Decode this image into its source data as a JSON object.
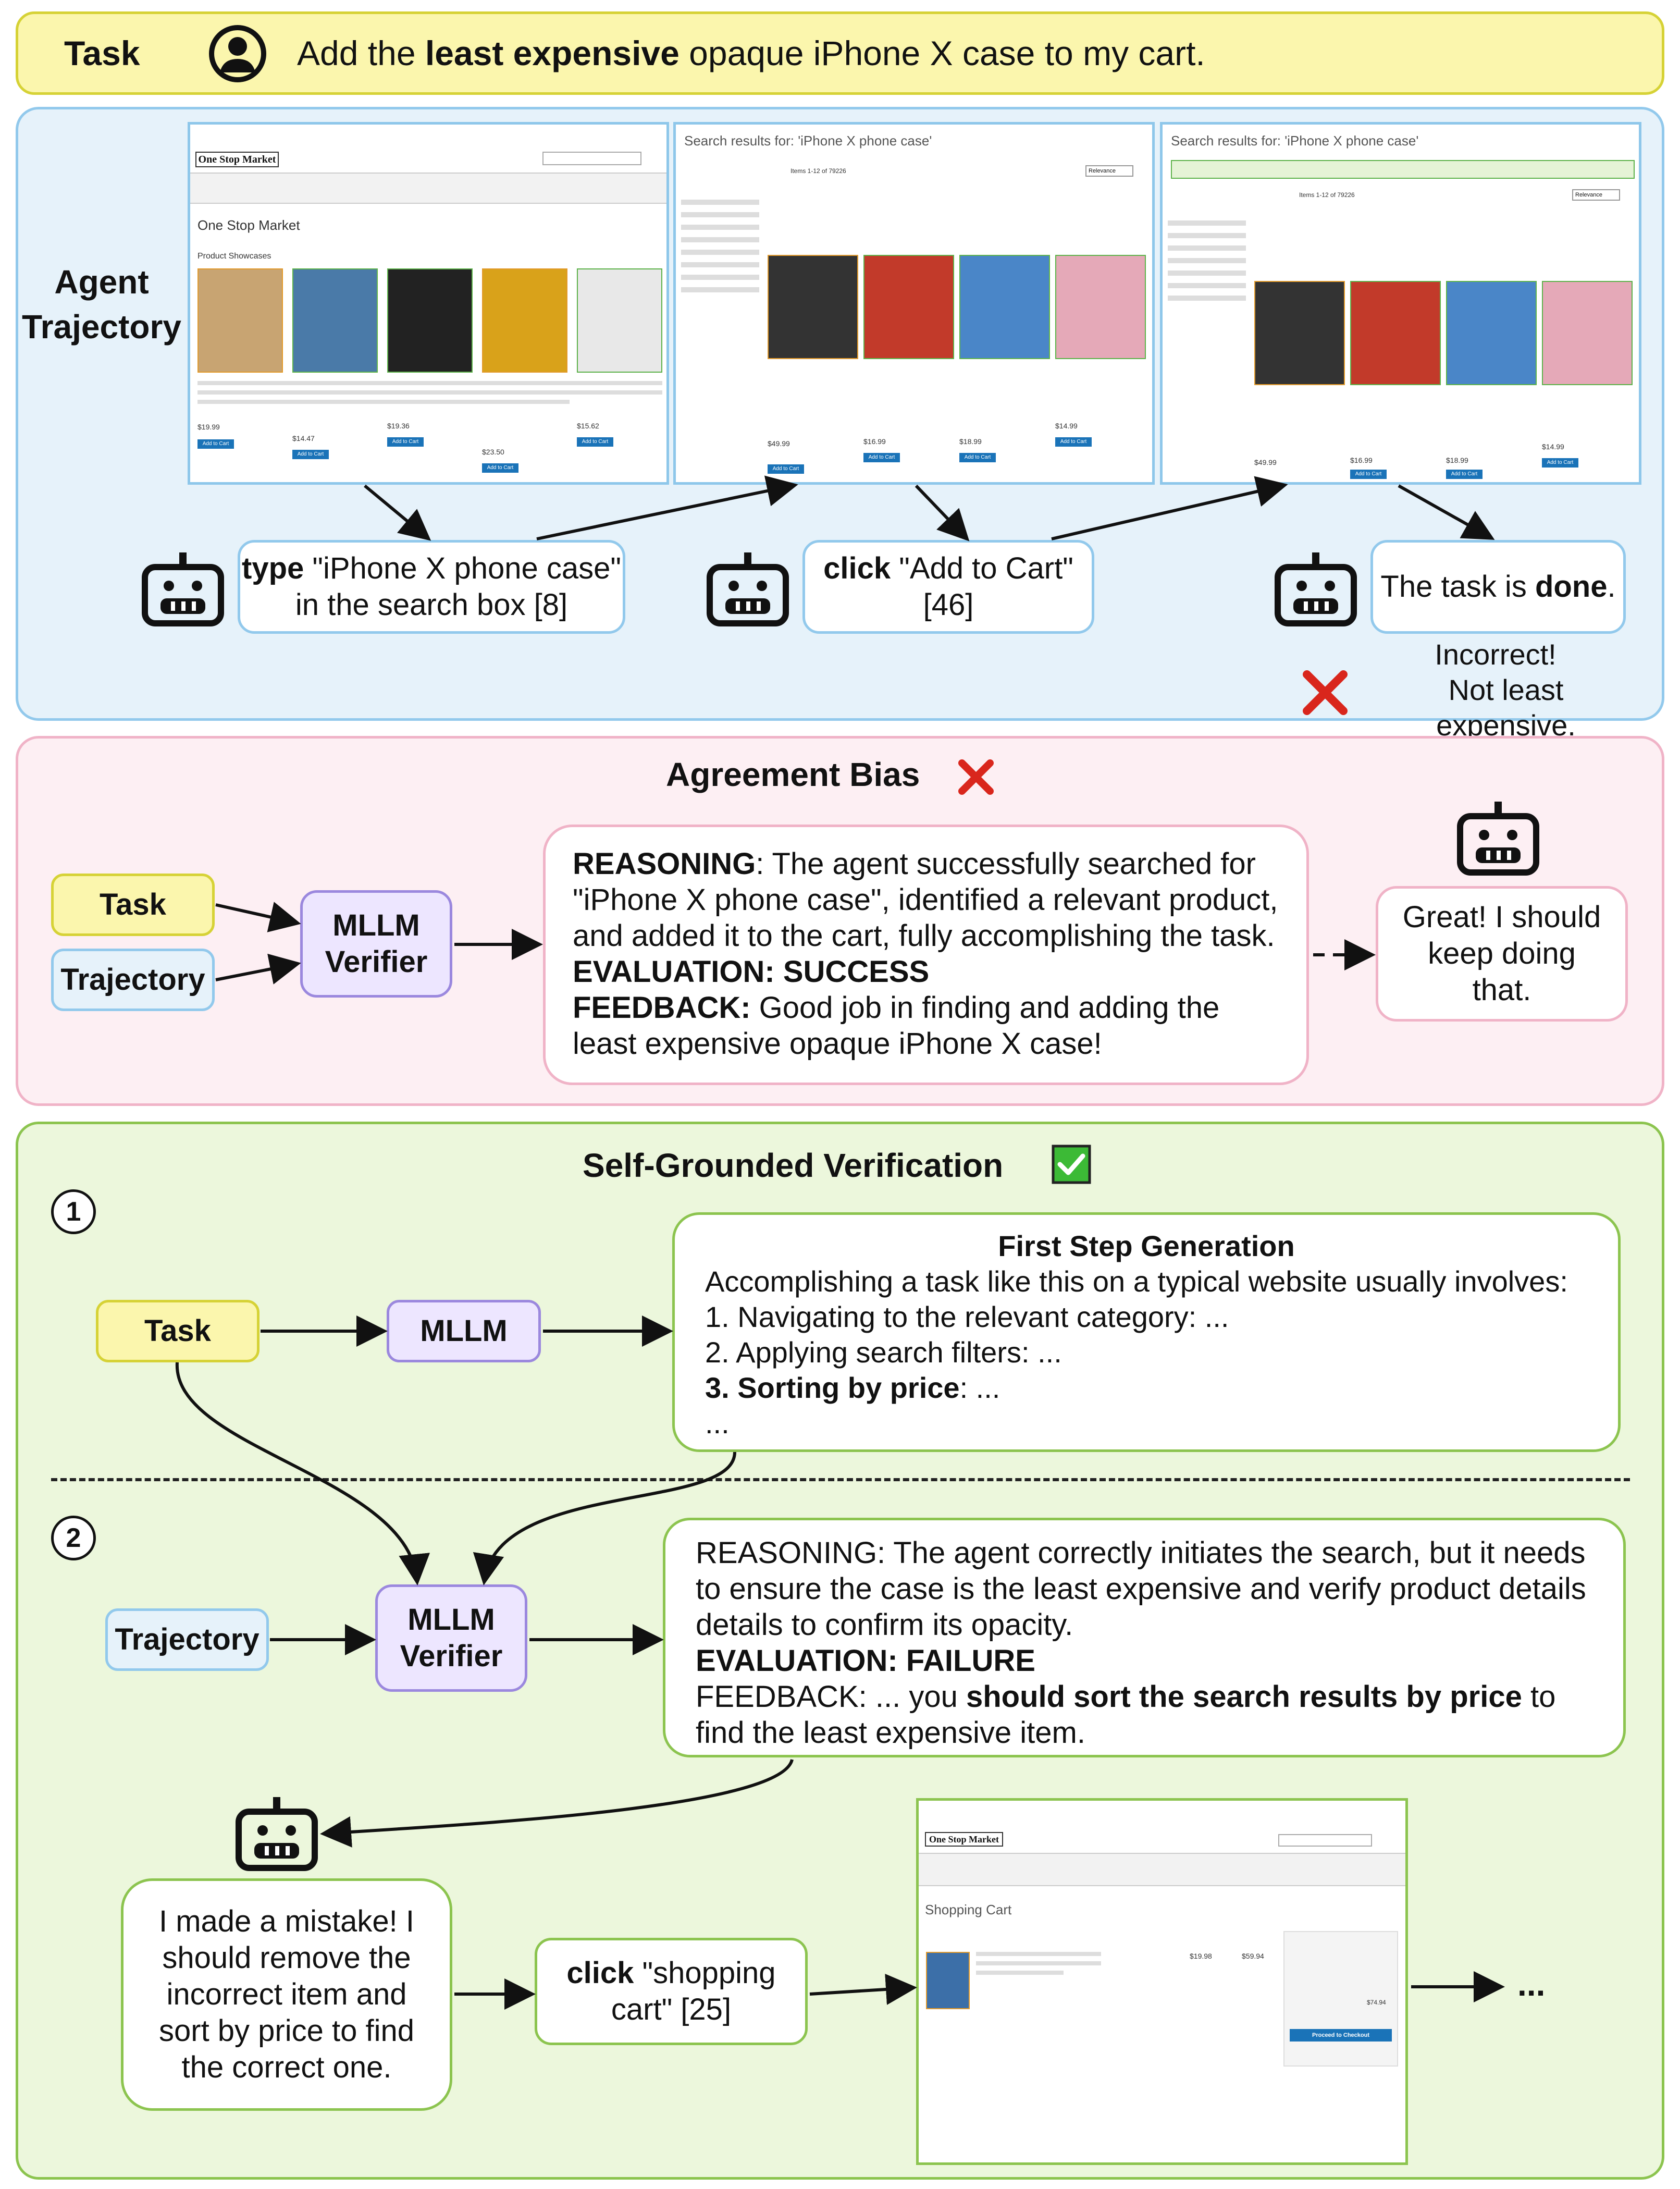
{
  "task_bar": {
    "label": "Task",
    "text_pre": "Add the ",
    "text_bold": "least expensive",
    "text_post": " opaque iPhone X case to my cart."
  },
  "trajectory_panel": {
    "title_line1": "Agent",
    "title_line2": "Trajectory",
    "screenshots": [
      {
        "store": "One Stop Market",
        "heading": "One Stop Market",
        "section": "Product Showcases",
        "prices": [
          "$19.99",
          "$14.47",
          "$19.36",
          "$23.50",
          "$15.62"
        ],
        "button": "Add to Cart"
      },
      {
        "heading": "Search results for: 'iPhone X phone case'",
        "count": "Items 1-12 of 79226",
        "sort": "Relevance",
        "prices": [
          "$49.99",
          "$16.99",
          "$18.99",
          "$14.99"
        ],
        "button": "Add to Cart"
      },
      {
        "heading": "Search results for: 'iPhone X phone case'",
        "count": "Items 1-12 of 79226",
        "sort": "Relevance",
        "prices": [
          "$49.99",
          "$16.99",
          "$18.99",
          "$14.99"
        ],
        "button": "Add to Cart"
      }
    ],
    "action1_bold": "type",
    "action1_rest": " \"iPhone X phone case\"",
    "action1_line2": "in the search box [8]",
    "action2_bold": "click",
    "action2_rest": " \"Add to Cart\" [46]",
    "action3_pre": "The task is ",
    "action3_bold": "done",
    "action3_post": ".",
    "verdict_line1": "Incorrect!",
    "verdict_line2": "Not least expensive."
  },
  "agreement_panel": {
    "title": "Agreement Bias",
    "task_label": "Task",
    "trajectory_label": "Trajectory",
    "verifier_line1": "MLLM",
    "verifier_line2": "Verifier",
    "reasoning_label": "REASONING",
    "reasoning_text": ": The agent successfully searched for \"iPhone X phone case\", identified a relevant product, and added it to the cart, fully accomplishing the task.",
    "evaluation": "EVALUATION: SUCCESS",
    "feedback_label": "FEEDBACK:",
    "feedback_text": " Good job in finding and adding the least expensive opaque iPhone X case!",
    "agent_reply": "Great! I should keep doing that."
  },
  "sgv_panel": {
    "title": "Self-Grounded Verification",
    "step1": "1",
    "step2": "2",
    "task_label": "Task",
    "mllm_label": "MLLM",
    "first_step_title": "First Step Generation",
    "first_step_intro": "Accomplishing a task like this on a typical website usually involves:",
    "first_step_item1": "1. Navigating to the relevant category: ...",
    "first_step_item2": "2. Applying search filters: ...",
    "first_step_item3_bold": "3. Sorting by price",
    "first_step_item3_rest": ": ...",
    "first_step_more": "...",
    "trajectory_label": "Trajectory",
    "verifier_line1": "MLLM",
    "verifier_line2": "Verifier",
    "reasoning_text": "REASONING: The agent correctly initiates the search, but it needs to ensure the case is the least expensive and verify product details details to confirm its opacity.",
    "evaluation": "EVALUATION: FAILURE",
    "feedback_pre": "FEEDBACK: ... you ",
    "feedback_bold": "should sort the search results by price",
    "feedback_post": " to find the least expensive item.",
    "agent_reply": "I made a mistake! I should remove the incorrect item and sort by price to find the correct one.",
    "action_bold": "click",
    "action_rest": " \"shopping cart\" [25]",
    "ellipsis": "...",
    "cart_screenshot": {
      "store": "One Stop Market",
      "heading": "Shopping Cart",
      "item_price": "$19.98",
      "subtotal": "$59.94",
      "summary_total": "$74.94",
      "checkout": "Proceed to Checkout"
    }
  },
  "colors": {
    "task_yellow_bg": "#fbf6ad",
    "task_yellow_border": "#d6d236",
    "blue_bg": "#e6f2fa",
    "blue_border": "#92c9ec",
    "pink_bg": "#fdeff3",
    "pink_border": "#f0b3c7",
    "green_bg": "#ecf7dc",
    "green_border": "#8cc44f",
    "purple_bg": "#ede6ff",
    "purple_border": "#9b88de",
    "red_x": "#d9261c",
    "check_green": "#3cba36"
  }
}
